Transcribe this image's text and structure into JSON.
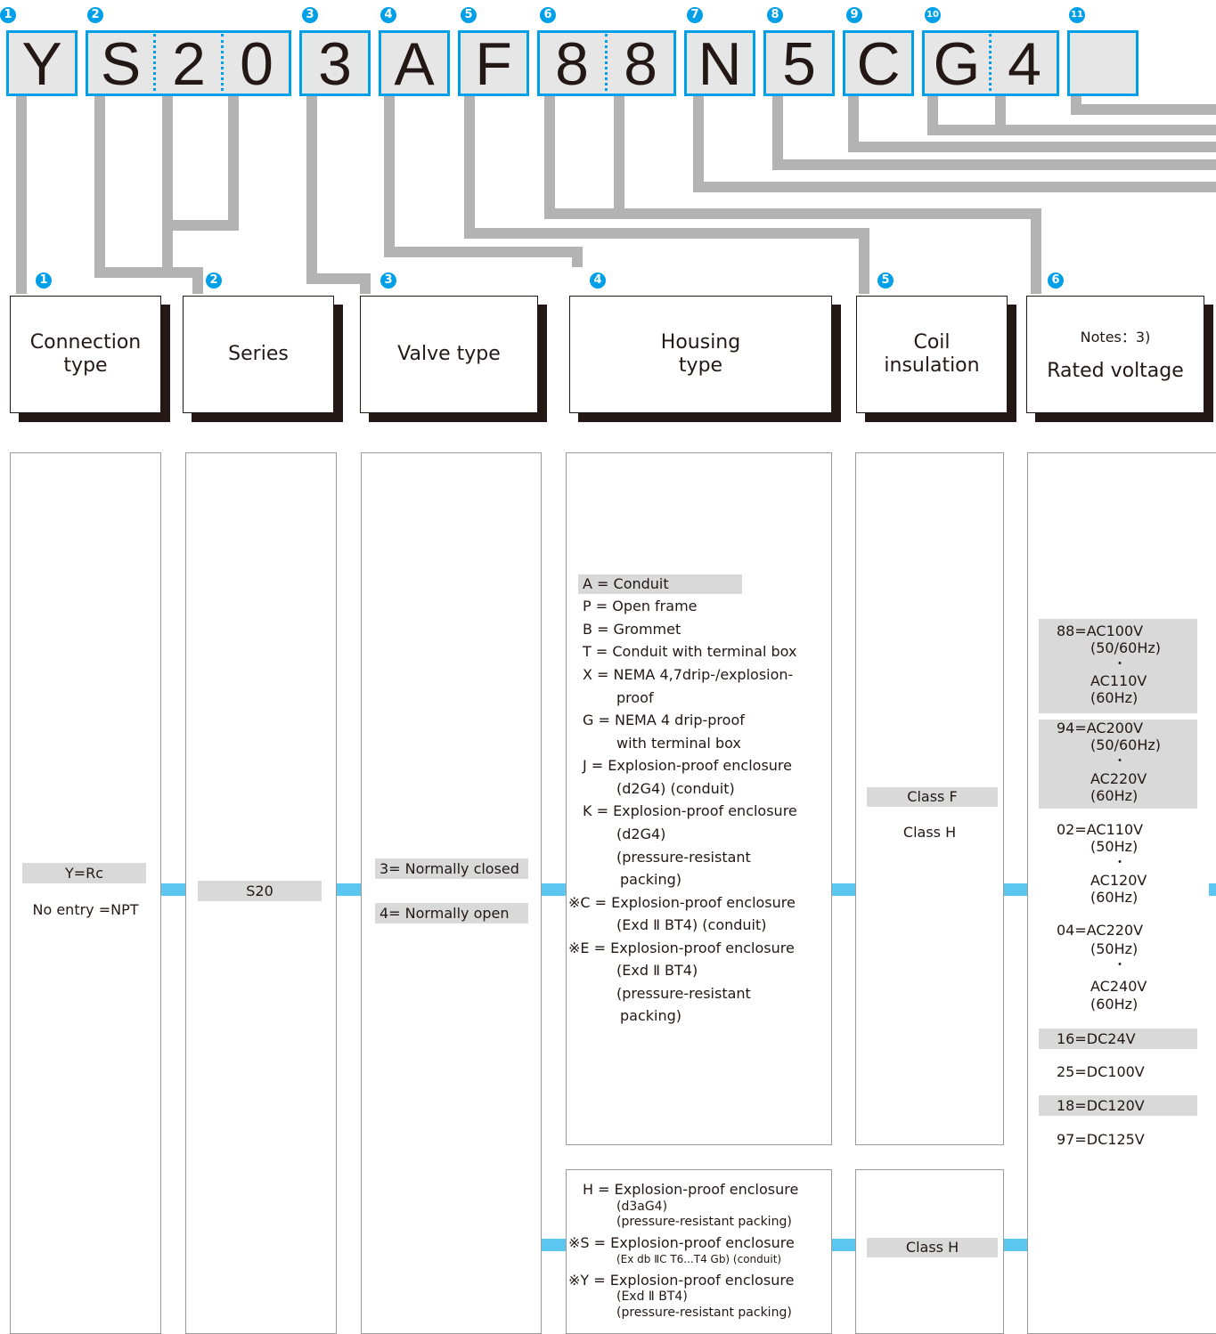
{
  "code": {
    "letters": [
      "Y",
      "S",
      "2",
      "0",
      "3",
      "A",
      "F",
      "8",
      "8",
      "N",
      "5",
      "C",
      "G",
      "4",
      ""
    ],
    "position_numbers": [
      "1",
      "2",
      "3",
      "4",
      "5",
      "6",
      "7",
      "8",
      "9",
      "10",
      "11"
    ]
  },
  "headers": [
    {
      "num": "1",
      "label": "Connection type"
    },
    {
      "num": "2",
      "label": "Series"
    },
    {
      "num": "3",
      "label": "Valve type"
    },
    {
      "num": "4",
      "label": "Housing type"
    },
    {
      "num": "5",
      "label": "Coil insulation"
    },
    {
      "num": "6",
      "label": "Rated voltage",
      "note": "Notes：3)"
    }
  ],
  "connection": {
    "opt1": "Y=Rc",
    "opt2": "No entry =NPT"
  },
  "series": {
    "opt1": "S20"
  },
  "valve": {
    "opt1": "3= Normally closed",
    "opt2": "4= Normally open"
  },
  "housing": {
    "a": "A = Conduit",
    "p": "P = Open frame",
    "b": "B = Grommet",
    "t": "T = Conduit with terminal box",
    "x1": "X = NEMA 4,7drip-/explosion-",
    "x2": "proof",
    "g1": "G = NEMA 4 drip-proof",
    "g2": "with terminal box",
    "j1": "J = Explosion-proof enclosure",
    "j2": "(d2G4) (conduit)",
    "k1": "K = Explosion-proof enclosure",
    "k2": "(d2G4)",
    "k3": "(pressure-resistant",
    "k4": "packing)",
    "c1": "※C = Explosion-proof enclosure",
    "c2": "(Exd Ⅱ BT4) (conduit)",
    "e1": "※E = Explosion-proof enclosure",
    "e2": "(Exd Ⅱ BT4)",
    "e3": "(pressure-resistant",
    "e4": "packing)",
    "h1": "H = Explosion-proof enclosure",
    "h2": "(d3aG4)",
    "h3": "(pressure-resistant packing)",
    "s1": "※S = Explosion-proof enclosure",
    "s2": "(Ex db ⅡC T6...T4 Gb) (conduit)",
    "y1": "※Y = Explosion-proof enclosure",
    "y2": "(Exd Ⅱ BT4)",
    "y3": "(pressure-resistant packing)"
  },
  "coil": {
    "f": "Class F",
    "h": "Class H",
    "h2": "Class H"
  },
  "voltage": {
    "v88a": "88=AC100V",
    "v88b": "(50/60Hz)",
    "v88c": "AC110V",
    "v88d": "(60Hz)",
    "v94a": "94=AC200V",
    "v94b": "(50/60Hz)",
    "v94c": "AC220V",
    "v94d": "(60Hz)",
    "v02a": "02=AC110V",
    "v02b": "(50Hz)",
    "v02c": "AC120V",
    "v02d": "(60Hz)",
    "v04a": "04=AC220V",
    "v04b": "(50Hz)",
    "v04c": "AC240V",
    "v04d": "(60Hz)",
    "dot": "・",
    "v16": "16=DC24V",
    "v25": "25=DC100V",
    "v18": "18=DC120V",
    "v97": "97=DC125V"
  },
  "colors": {
    "accent": "#00a0e9",
    "link": "#5bc6f0",
    "connector": "#b3b3b3",
    "highlight": "#d9d9d9"
  }
}
